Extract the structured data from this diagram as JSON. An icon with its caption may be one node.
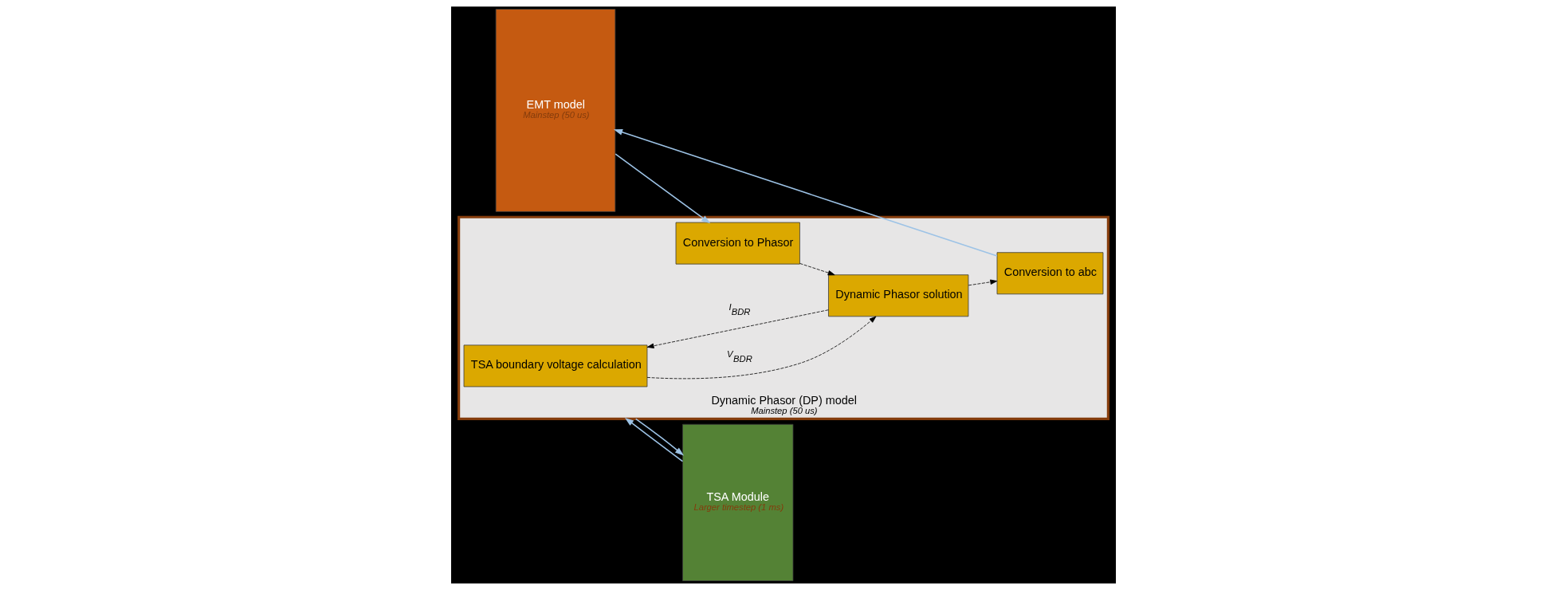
{
  "diagram": {
    "nodes": [
      {
        "text": [
          "EMT model",
          "Mainstep (50 us)"
        ]
      },
      {
        "text": [
          "Dynamic Phasor (DP) model",
          "Mainstep (50 us)"
        ]
      },
      {
        "text": [
          "TSA boundary voltage calculation"
        ],
        "in": 1
      },
      {
        "text": [
          "Conversion to Phasor"
        ],
        "in": 1
      },
      {
        "text": [
          "Dynamic Phasor solution"
        ],
        "in": 1
      },
      {
        "text": [
          "Conversion to abc"
        ],
        "in": 1
      },
      {
        "text": [
          "TSA Module",
          "Larger timestep (1 ms)"
        ]
      }
    ],
    "edges": [
      {
        "from": 0,
        "to": 3,
        "arrow": "to",
        "color": "#9dc3e6"
      },
      {
        "from": 3,
        "to": 4,
        "arrow": "to",
        "style": "dashed",
        "color": "#000000"
      },
      {
        "from": 4,
        "to": 2,
        "arrow": "to",
        "style": "dashed",
        "label": "I$_{BDR}$",
        "color": "#000000"
      },
      {
        "from": 2,
        "to": 4,
        "arrow": "to",
        "style": "dashed",
        "label": "V$_{BDR}$",
        "color": "#000000"
      },
      {
        "from": 4,
        "to": 5,
        "arrow": "to",
        "style": "dashed",
        "color": "#000000"
      },
      {
        "from": 5,
        "to": 0,
        "arrow": "to",
        "color": "#9dc3e6"
      },
      {
        "from": 1,
        "to": 6,
        "arrow": "to",
        "color": "#9dc3e6"
      },
      {
        "from": 6,
        "to": 1,
        "arrow": "to",
        "color": "#9dc3e6"
      }
    ]
  }
}
